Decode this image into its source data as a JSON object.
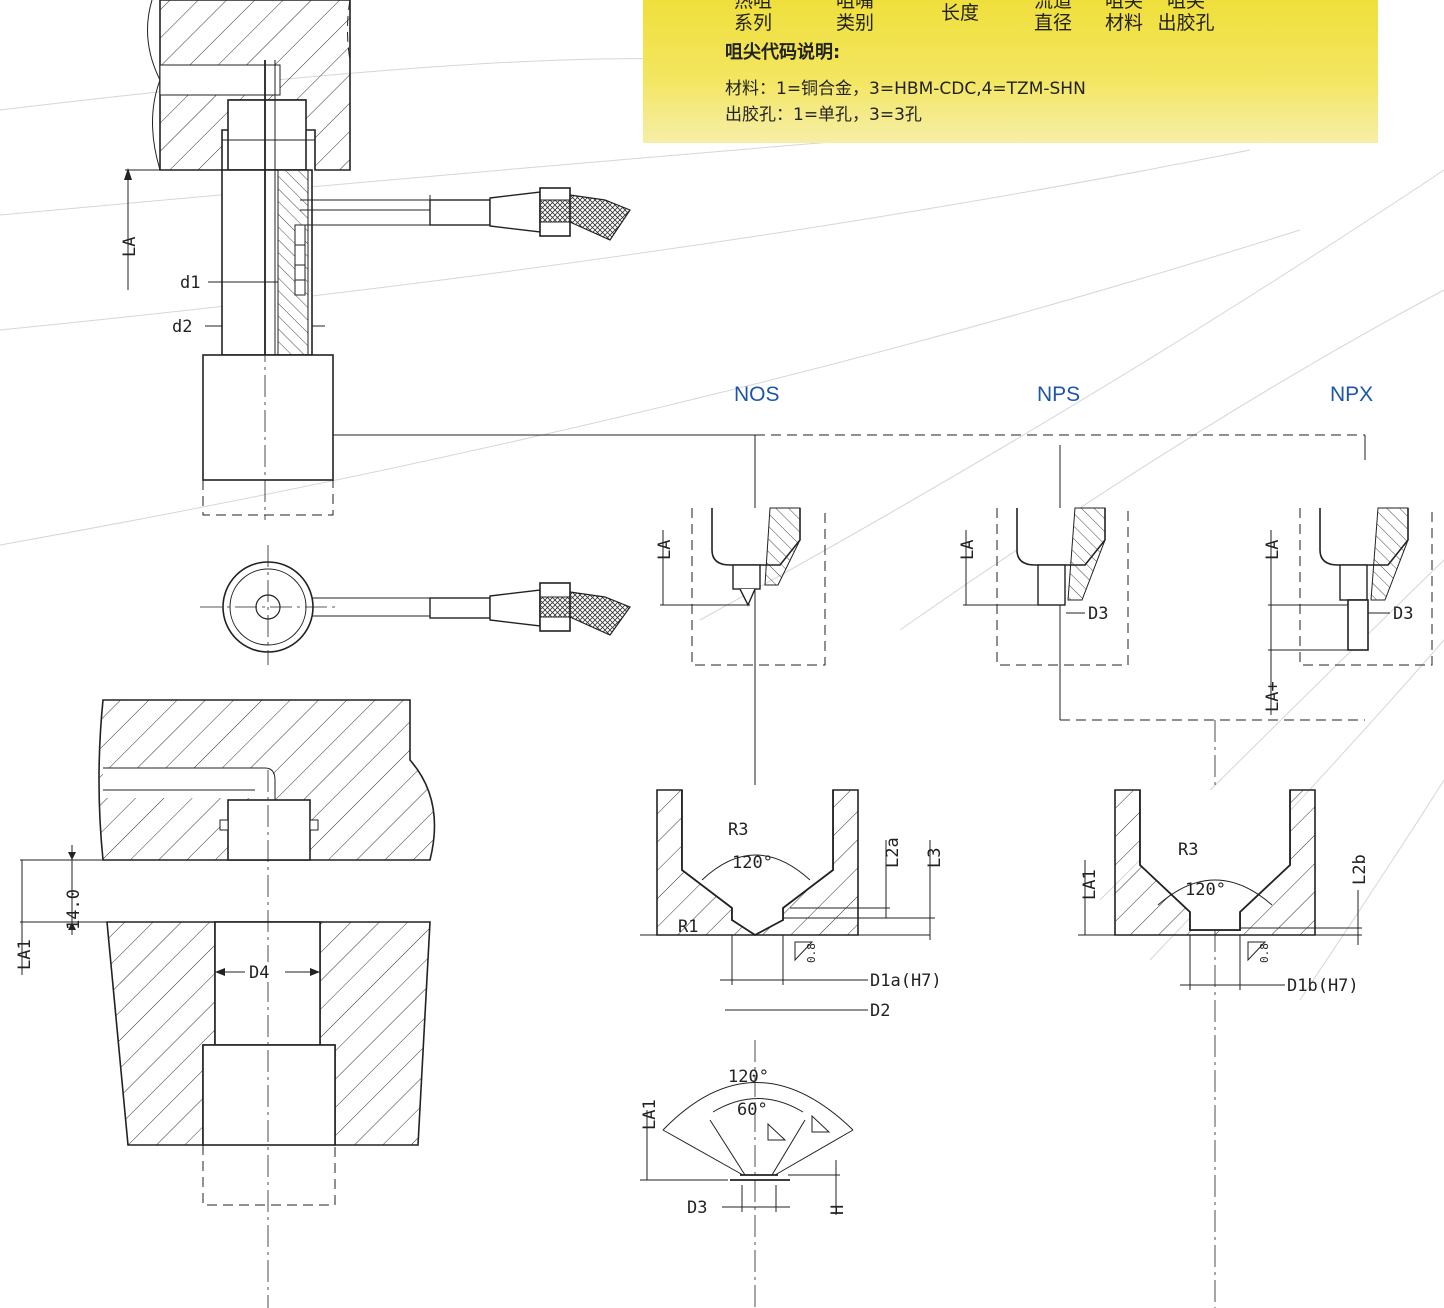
{
  "info_box": {
    "columns": [
      {
        "line1": "热咀",
        "line2": "系列"
      },
      {
        "line1": "咀嘴",
        "line2": "类别"
      },
      {
        "line1": "长度",
        "line2": ""
      },
      {
        "line1": "流道",
        "line2": "直径"
      },
      {
        "line1": "咀尖",
        "line2": "材料"
      },
      {
        "line1": "咀尖",
        "line2": "出胶孔"
      }
    ],
    "code_title": "咀尖代码说明:",
    "material_line": "材料：1=铜合金，3=HBM-CDC,4=TZM-SHN",
    "hole_line": "出胶孔：1=单孔，3=3孔"
  },
  "variants": {
    "nos": "NOS",
    "nps": "NPS",
    "npx": "NPX"
  },
  "dims": {
    "la": "LA",
    "la_plus": "LA+",
    "la1": "LA1",
    "d1": "d1",
    "d2": "d2",
    "d3": "D3",
    "d4": "D4",
    "r1": "R1",
    "r3": "R3",
    "angle120": "120°",
    "angle60": "60°",
    "l2a": "L2a",
    "l2b": "L2b",
    "l3": "L3",
    "d1a": "D1a(H7)",
    "d1b": "D1b(H7)",
    "d2_cap": "D2",
    "h": "H",
    "dim14": "14.0",
    "rough": "0.8"
  },
  "colors": {
    "box_top": "#efdf3c",
    "box_bottom": "#f6eea8",
    "label_blue": "#1e56a8"
  }
}
